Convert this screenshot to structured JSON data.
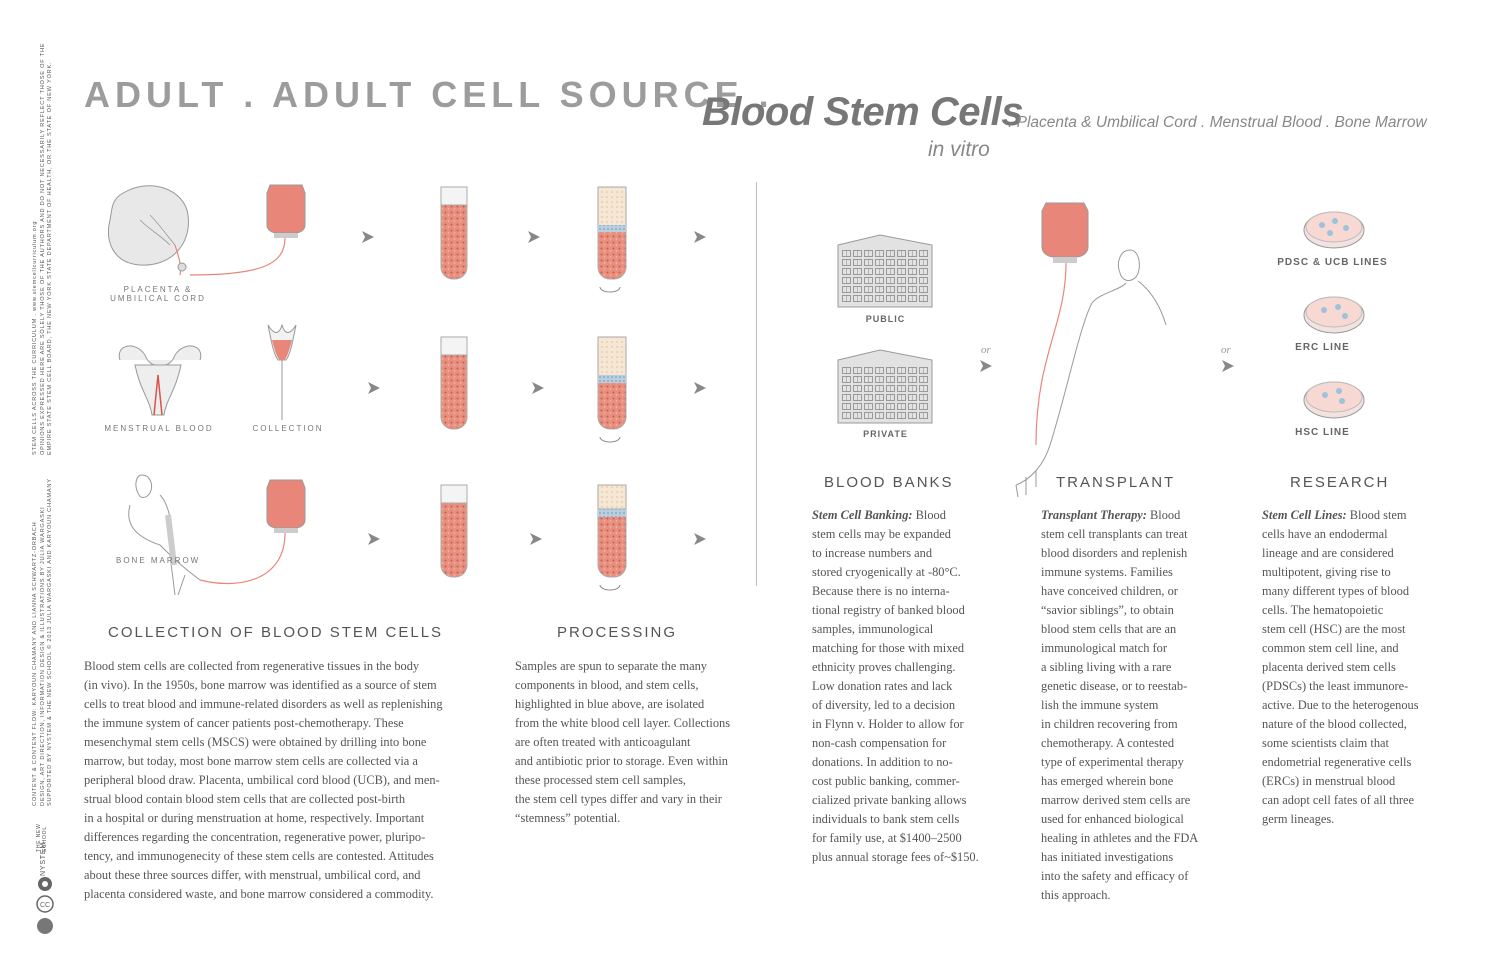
{
  "header": {
    "line1": "ADULT . ADULT CELL SOURCE .",
    "blood": "Blood Stem Cells",
    "sources": ". Placenta & Umbilical Cord . Menstrual Blood . Bone Marrow",
    "invitro": "in vitro"
  },
  "sidebar": {
    "line1": "STEM CELLS ACROSS THE CURRICULUM . www.stemcellcurriculum.org",
    "line2": "OPINIONS EXPRESSED HERE ARE SOLELY THOSE OF THE AUTHORS AND DO NOT NECESSARILY REFLECT THOSE OF THE",
    "line3": "EMPIRE STATE STEM CELL BOARD, THE NEW YORK STATE DEPARTMENT OF HEALTH, OR THE STATE OF NEW YORK.",
    "credit1": "CONTENT & CONTENT FLOW: KARYOUN CHAMANY AND LIANNA SCHWARTZ-ORBACH",
    "credit2": "DESIGN, ART DIRECTION, INFORMATION DESIGN & ILLUSTRATIONS BY JULIA WARGASKI",
    "credit3": "SUPPORTED BY NYSTEM & THE NEW SCHOOL   © 2013 JULIA WARGASKI AND KARYOUN CHAMANY",
    "school": "THE NEW SCHOOL",
    "nystem": "NYSTEM"
  },
  "labels": {
    "placenta": "PLACENTA &",
    "umbilical": "UMBILICAL CORD",
    "menstrual": "MENSTRUAL BLOOD",
    "collection": "COLLECTION",
    "bone_marrow": "BONE MARROW",
    "public": "PUBLIC",
    "private": "PRIVATE",
    "or1": "or",
    "or2": "or",
    "pdsc": "PDSC & UCB LINES",
    "erc": "ERC LINE",
    "hsc": "HSC LINE"
  },
  "sections": {
    "collection_title": "COLLECTION OF BLOOD STEM CELLS",
    "processing_title": "PROCESSING",
    "banks_title": "BLOOD BANKS",
    "transplant_title": "TRANSPLANT",
    "research_title": "RESEARCH"
  },
  "text": {
    "collection_body": "Blood stem cells are collected from regenerative tissues in the body\n(in vivo). In the 1950s, bone marrow was identified as a source of stem\ncells to treat blood and immune-related disorders as well as replenishing\nthe immune system of cancer patients post-chemotherapy. These\nmesenchymal stem cells (MSCS) were obtained by drilling into bone\nmarrow, but today, most bone marrow stem cells are collected via a\nperipheral blood draw. Placenta, umbilical cord blood (UCB), and men-\nstrual blood contain blood stem cells that are collected post-birth\nin a hospital or during menstruation at home, respectively.  Important\ndifferences regarding the concentration, regenerative power, pluripo-\ntency, and immunogenecity of these stem cells are contested. Attitudes\nabout these three sources differ, with menstrual, umbilical cord, and\nplacenta considered waste, and bone marrow considered a commodity.",
    "processing_body": "Samples are spun to separate the many\ncomponents in blood, and stem cells,\nhighlighted in blue above, are isolated\nfrom the white blood cell layer. Collections\nare often treated with anticoagulant\nand antibiotic prior to storage. Even within\nthese processed stem cell samples,\nthe stem cell types differ and vary in their\n“stemness” potential.",
    "banks_lead": "Stem Cell Banking:",
    "banks_body": " Blood\nstem cells may be expanded\nto increase numbers and\nstored cryogenically at -80°C.\nBecause there is no interna-\ntional registry of banked blood\nsamples, immunological\nmatching for those with mixed\nethnicity proves challenging.\nLow donation rates and lack\nof diversity, led to a decision\nin Flynn v. Holder to allow for\nnon-cash compensation for\ndonations. In addition to no-\ncost public banking, commer-\ncialized private banking allows\nindividuals to bank stem cells\nfor family use, at $1400–2500\nplus annual storage fees of~$150.",
    "transplant_lead": "Transplant Therapy:",
    "transplant_body": " Blood\nstem cell transplants can treat\nblood disorders and replenish\nimmune systems. Families\nhave conceived children, or\n“savior siblings”, to obtain\nblood stem cells that are an\nimmunological match for\na sibling living with a rare\ngenetic disease, or to reestab-\nlish the immune system\nin children recovering from\nchemotherapy. A contested\ntype of experimental therapy\nhas emerged wherein bone\nmarrow derived stem cells are\nused for enhanced biological\nhealing in athletes and the FDA\nhas initiated investigations\ninto the safety and efficacy of\nthis approach.",
    "research_lead": "Stem Cell Lines:",
    "research_body": " Blood stem\ncells have an endodermal\nlineage and are considered\nmultipotent, giving rise to\nmany different types of blood\ncells. The hematopoietic\nstem cell (HSC) are the most\ncommon stem cell line, and\nplacenta derived stem cells\n(PDSCs) the least immunore-\nactive. Due to the heterogenous\nnature of the blood collected,\nsome scientists claim that\nendometrial regenerative cells\n(ERCs) in menstrual blood\ncan adopt cell fates of all three\ngerm lineages."
  },
  "colors": {
    "blood": "#e8867a",
    "blood_dark": "#d96a5e",
    "cyan": "#9cc3da",
    "gray": "#999999"
  }
}
